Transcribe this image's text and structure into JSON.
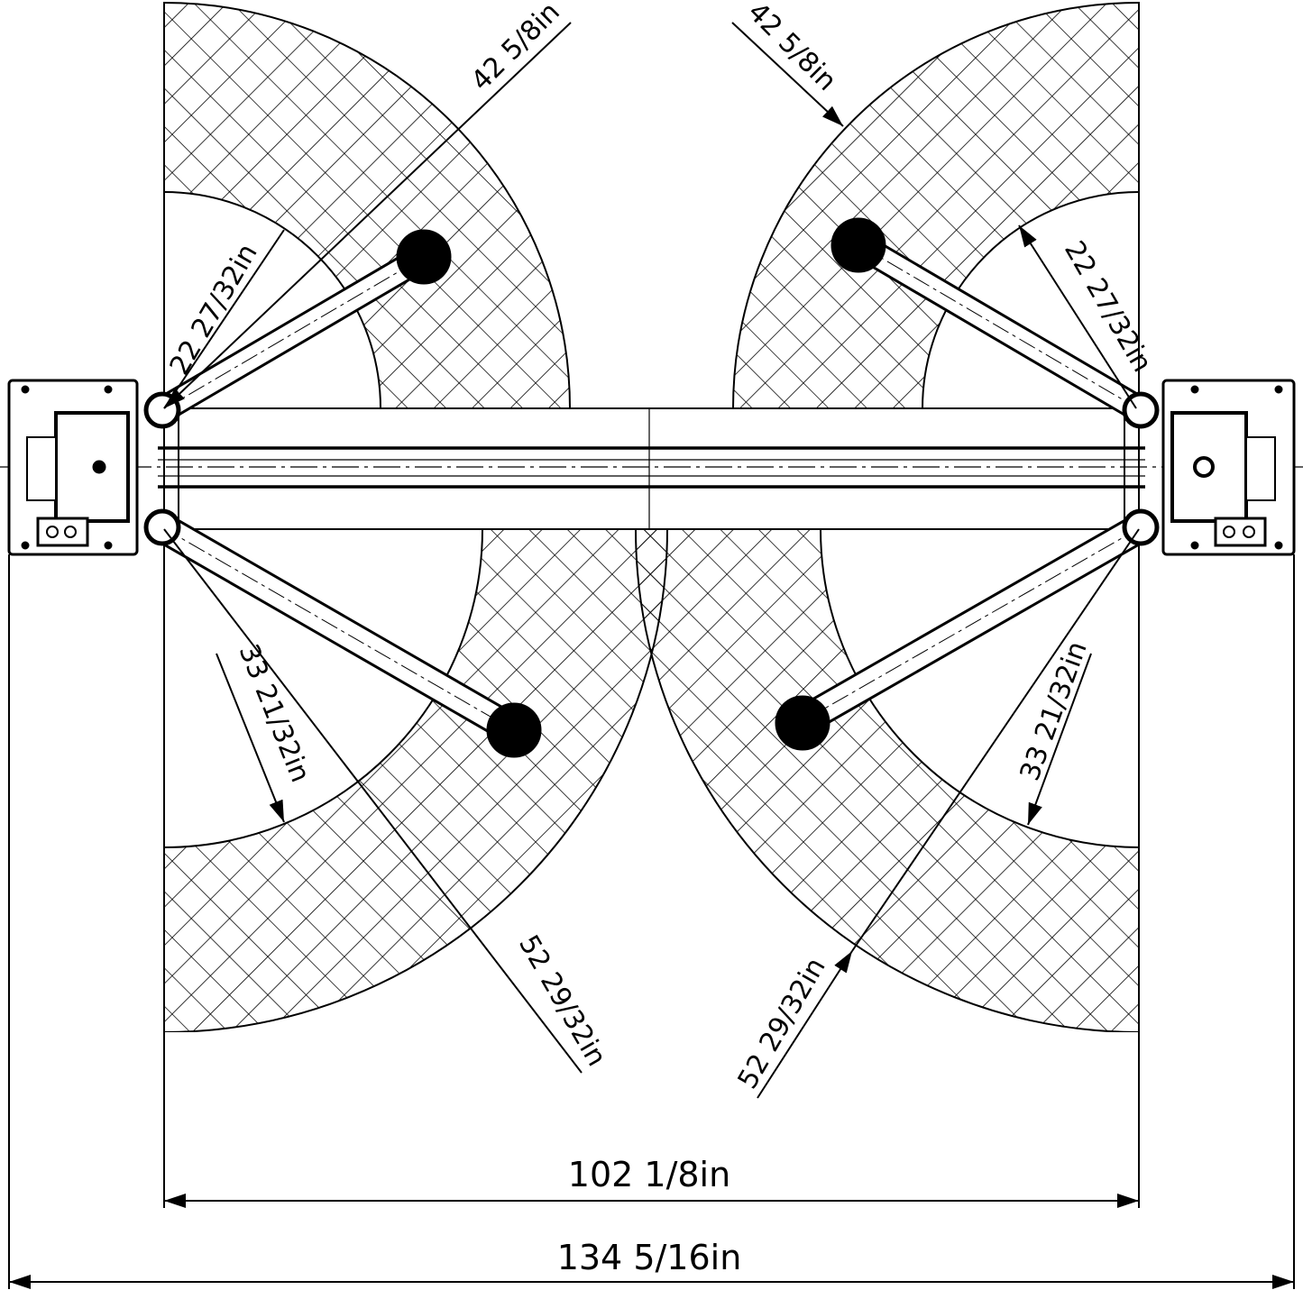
{
  "title": "Two-post lift arm swing dimensions",
  "dimensions": {
    "outer_arm_radius_top_left": "42 5/8in",
    "outer_arm_radius_top_right": "42 5/8in",
    "short_arm_min_top_left": "22 27/32in",
    "short_arm_min_top_right": "22 27/32in",
    "long_arm_min_bottom_left": "33 21/32in",
    "long_arm_min_bottom_right": "33 21/32in",
    "long_arm_max_bottom_left": "52 29/32in",
    "long_arm_max_bottom_right": "52 29/32in",
    "inside_width": "102 1/8in",
    "overall_width": "134 5/16in"
  },
  "colors": {
    "line": "#000000",
    "background": "#ffffff"
  }
}
